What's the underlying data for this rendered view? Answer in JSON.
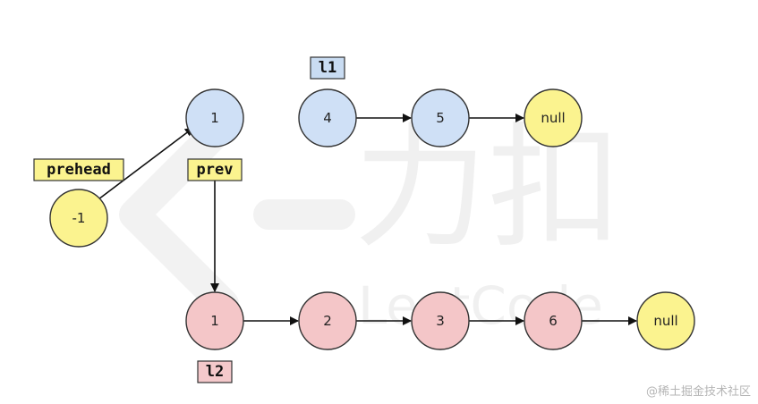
{
  "colors": {
    "blue_fill": "#cfe0f6",
    "pink_fill": "#f4c6c8",
    "yellow_fill": "#fbf38f",
    "stroke": "#333333",
    "label_blue": "#c9dcf2",
    "label_pink": "#f4c9cb",
    "label_yellow": "#fbf38f"
  },
  "nodes": [
    {
      "id": "prehead-node",
      "value": "-1",
      "color": "yellow"
    },
    {
      "id": "l1-node-1",
      "value": "1",
      "color": "blue"
    },
    {
      "id": "l1-node-4",
      "value": "4",
      "color": "blue"
    },
    {
      "id": "l1-node-5",
      "value": "5",
      "color": "blue"
    },
    {
      "id": "l1-null",
      "value": "null",
      "color": "yellow"
    },
    {
      "id": "l2-node-1",
      "value": "1",
      "color": "pink"
    },
    {
      "id": "l2-node-2",
      "value": "2",
      "color": "pink"
    },
    {
      "id": "l2-node-3",
      "value": "3",
      "color": "pink"
    },
    {
      "id": "l2-node-6",
      "value": "6",
      "color": "pink"
    },
    {
      "id": "l2-null",
      "value": "null",
      "color": "yellow"
    }
  ],
  "labels": {
    "l1": "l1",
    "l2": "l2",
    "prehead": "prehead",
    "prev": "prev"
  },
  "watermark": {
    "cn": "力扣",
    "en": "LeetCode",
    "credit": "@稀土掘金技术社区"
  }
}
